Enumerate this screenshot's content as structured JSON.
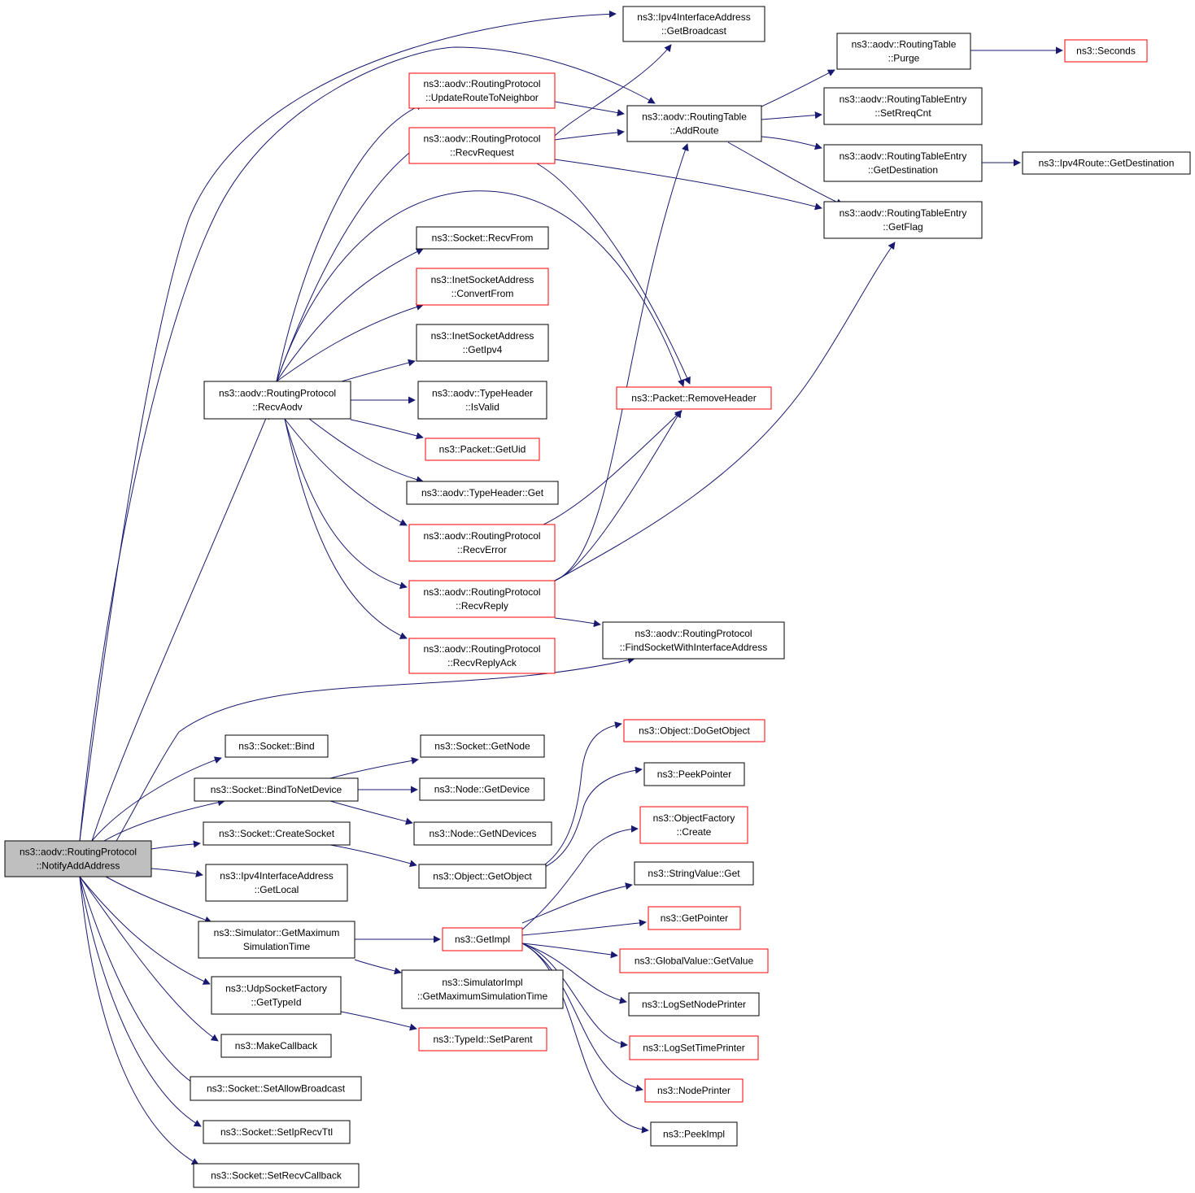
{
  "diagram": {
    "colors": {
      "edge": "#191970",
      "root_fill": "#bfbfbf",
      "node_border": "#000000",
      "linked_node_border": "#ff0000",
      "background": "#ffffff"
    },
    "nodes": [
      {
        "id": "notify",
        "lines": [
          "ns3::aodv::RoutingProtocol",
          "::NotifyAddAddress"
        ],
        "style": "root"
      },
      {
        "id": "ifaddr_bcast",
        "lines": [
          "ns3::Ipv4InterfaceAddress",
          "::GetBroadcast"
        ],
        "style": "black"
      },
      {
        "id": "upd_neighbor",
        "lines": [
          "ns3::aodv::RoutingProtocol",
          "::UpdateRouteToNeighbor"
        ],
        "style": "red"
      },
      {
        "id": "recv_request",
        "lines": [
          "ns3::aodv::RoutingProtocol",
          "::RecvRequest"
        ],
        "style": "red"
      },
      {
        "id": "add_route",
        "lines": [
          "ns3::aodv::RoutingTable",
          "::AddRoute"
        ],
        "style": "black"
      },
      {
        "id": "purge",
        "lines": [
          "ns3::aodv::RoutingTable",
          "::Purge"
        ],
        "style": "black"
      },
      {
        "id": "seconds",
        "lines": [
          "ns3::Seconds"
        ],
        "style": "red"
      },
      {
        "id": "set_rreq",
        "lines": [
          "ns3::aodv::RoutingTableEntry",
          "::SetRreqCnt"
        ],
        "style": "black"
      },
      {
        "id": "get_dest",
        "lines": [
          "ns3::aodv::RoutingTableEntry",
          "::GetDestination"
        ],
        "style": "black"
      },
      {
        "id": "route_dest",
        "lines": [
          "ns3::Ipv4Route::GetDestination"
        ],
        "style": "black"
      },
      {
        "id": "get_flag",
        "lines": [
          "ns3::aodv::RoutingTableEntry",
          "::GetFlag"
        ],
        "style": "black"
      },
      {
        "id": "recv_from",
        "lines": [
          "ns3::Socket::RecvFrom"
        ],
        "style": "black"
      },
      {
        "id": "convert_from",
        "lines": [
          "ns3::InetSocketAddress",
          "::ConvertFrom"
        ],
        "style": "red"
      },
      {
        "id": "get_ipv4",
        "lines": [
          "ns3::InetSocketAddress",
          "::GetIpv4"
        ],
        "style": "black"
      },
      {
        "id": "recv_aodv",
        "lines": [
          "ns3::aodv::RoutingProtocol",
          "::RecvAodv"
        ],
        "style": "black"
      },
      {
        "id": "is_valid",
        "lines": [
          "ns3::aodv::TypeHeader",
          "::IsValid"
        ],
        "style": "black"
      },
      {
        "id": "remove_header",
        "lines": [
          "ns3::Packet::RemoveHeader"
        ],
        "style": "red"
      },
      {
        "id": "get_uid",
        "lines": [
          "ns3::Packet::GetUid"
        ],
        "style": "red"
      },
      {
        "id": "type_get",
        "lines": [
          "ns3::aodv::TypeHeader::Get"
        ],
        "style": "black"
      },
      {
        "id": "recv_error",
        "lines": [
          "ns3::aodv::RoutingProtocol",
          "::RecvError"
        ],
        "style": "red"
      },
      {
        "id": "recv_reply",
        "lines": [
          "ns3::aodv::RoutingProtocol",
          "::RecvReply"
        ],
        "style": "red"
      },
      {
        "id": "find_socket",
        "lines": [
          "ns3::aodv::RoutingProtocol",
          "::FindSocketWithInterfaceAddress"
        ],
        "style": "black"
      },
      {
        "id": "recv_reply_ack",
        "lines": [
          "ns3::aodv::RoutingProtocol",
          "::RecvReplyAck"
        ],
        "style": "red"
      },
      {
        "id": "bind",
        "lines": [
          "ns3::Socket::Bind"
        ],
        "style": "black"
      },
      {
        "id": "get_node",
        "lines": [
          "ns3::Socket::GetNode"
        ],
        "style": "black"
      },
      {
        "id": "do_get_object",
        "lines": [
          "ns3::Object::DoGetObject"
        ],
        "style": "red"
      },
      {
        "id": "bind_netdev",
        "lines": [
          "ns3::Socket::BindToNetDevice"
        ],
        "style": "black"
      },
      {
        "id": "get_device",
        "lines": [
          "ns3::Node::GetDevice"
        ],
        "style": "black"
      },
      {
        "id": "peek_pointer",
        "lines": [
          "ns3::PeekPointer"
        ],
        "style": "black"
      },
      {
        "id": "obj_create",
        "lines": [
          "ns3::ObjectFactory",
          "::Create"
        ],
        "style": "red"
      },
      {
        "id": "create_socket",
        "lines": [
          "ns3::Socket::CreateSocket"
        ],
        "style": "black"
      },
      {
        "id": "get_ndevices",
        "lines": [
          "ns3::Node::GetNDevices"
        ],
        "style": "black"
      },
      {
        "id": "get_object",
        "lines": [
          "ns3::Object::GetObject"
        ],
        "style": "black"
      },
      {
        "id": "get_local",
        "lines": [
          "ns3::Ipv4InterfaceAddress",
          "::GetLocal"
        ],
        "style": "black"
      },
      {
        "id": "string_get",
        "lines": [
          "ns3::StringValue::Get"
        ],
        "style": "black"
      },
      {
        "id": "get_pointer",
        "lines": [
          "ns3::GetPointer"
        ],
        "style": "red"
      },
      {
        "id": "sim_max_time",
        "lines": [
          "ns3::Simulator::GetMaximum",
          "SimulationTime"
        ],
        "style": "black"
      },
      {
        "id": "get_impl",
        "lines": [
          "ns3::GetImpl"
        ],
        "style": "red"
      },
      {
        "id": "global_get",
        "lines": [
          "ns3::GlobalValue::GetValue"
        ],
        "style": "red"
      },
      {
        "id": "udp_typeid",
        "lines": [
          "ns3::UdpSocketFactory",
          "::GetTypeId"
        ],
        "style": "black"
      },
      {
        "id": "impl_max_time",
        "lines": [
          "ns3::SimulatorImpl",
          "::GetMaximumSimulationTime"
        ],
        "style": "black"
      },
      {
        "id": "log_node_printer",
        "lines": [
          "ns3::LogSetNodePrinter"
        ],
        "style": "black"
      },
      {
        "id": "make_callback",
        "lines": [
          "ns3::MakeCallback"
        ],
        "style": "black"
      },
      {
        "id": "set_parent",
        "lines": [
          "ns3::TypeId::SetParent"
        ],
        "style": "red"
      },
      {
        "id": "log_time_printer",
        "lines": [
          "ns3::LogSetTimePrinter"
        ],
        "style": "red"
      },
      {
        "id": "allow_broadcast",
        "lines": [
          "ns3::Socket::SetAllowBroadcast"
        ],
        "style": "black"
      },
      {
        "id": "node_printer",
        "lines": [
          "ns3::NodePrinter"
        ],
        "style": "red"
      },
      {
        "id": "set_ip_ttl",
        "lines": [
          "ns3::Socket::SetIpRecvTtl"
        ],
        "style": "black"
      },
      {
        "id": "peek_impl",
        "lines": [
          "ns3::PeekImpl"
        ],
        "style": "black"
      },
      {
        "id": "set_recv_cb",
        "lines": [
          "ns3::Socket::SetRecvCallback"
        ],
        "style": "black"
      }
    ]
  }
}
